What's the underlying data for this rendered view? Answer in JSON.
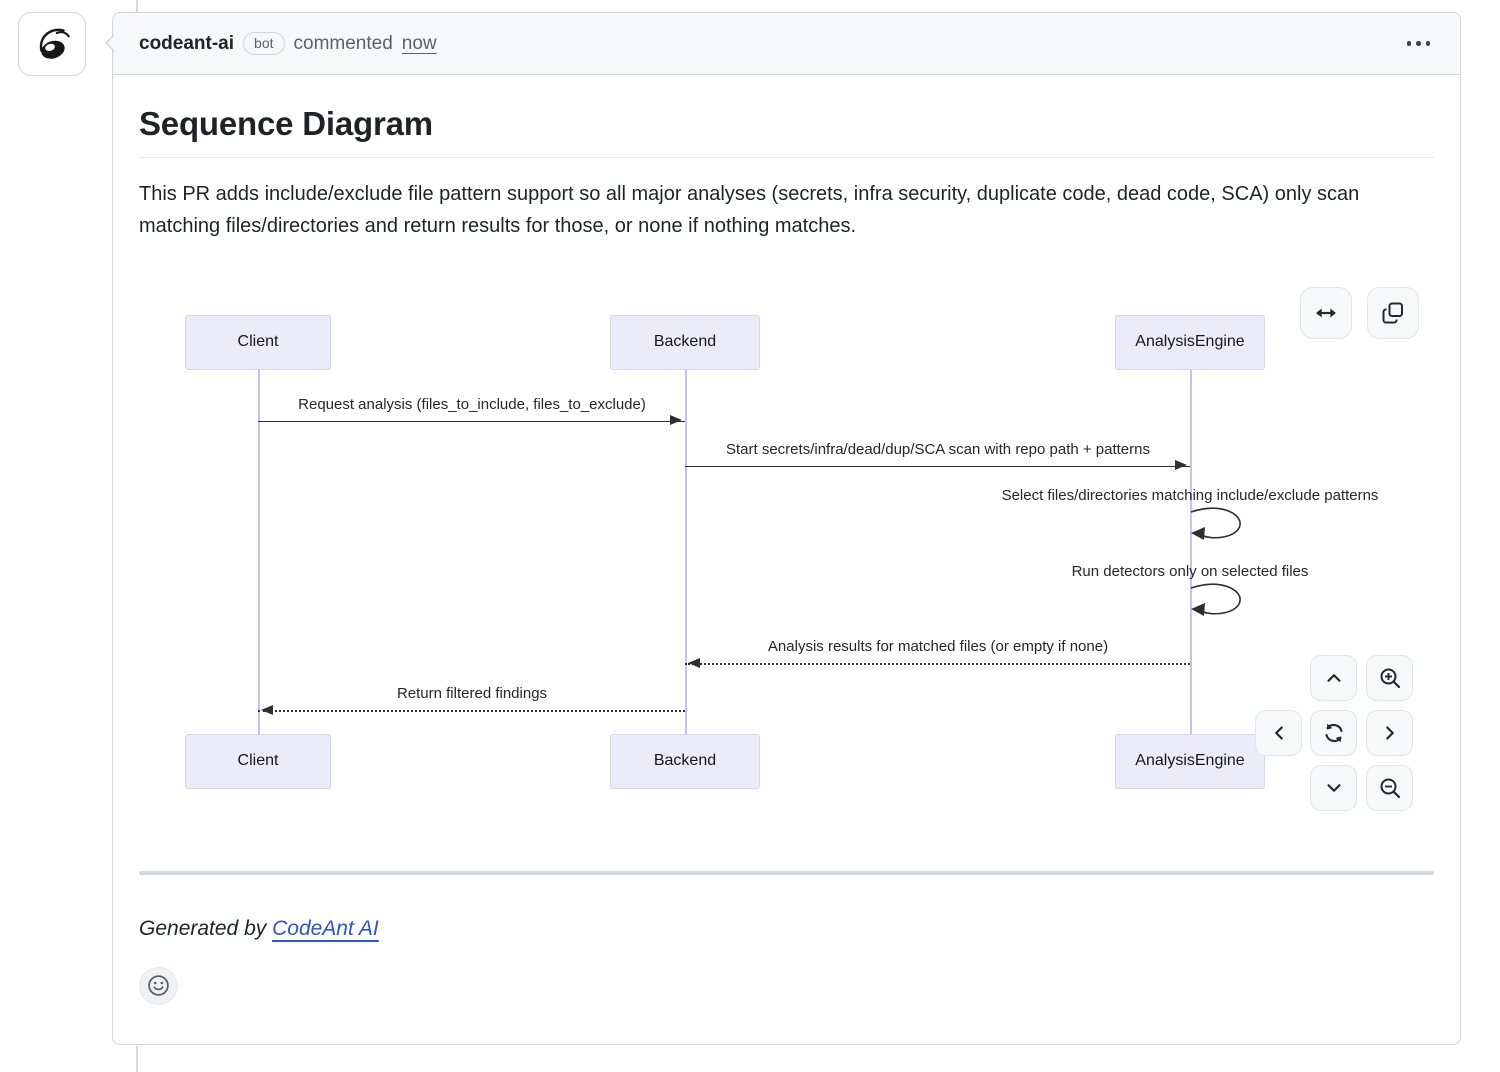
{
  "header": {
    "author": "codeant-ai",
    "badge": "bot",
    "action": "commented",
    "time": "now",
    "menu_icon": "kebab-menu"
  },
  "comment": {
    "title": "Sequence Diagram",
    "body": "This PR adds include/exclude file pattern support so all major analyses (secrets, infra security, duplicate code, dead code, SCA) only scan matching files/directories and return results for those, or none if nothing matches."
  },
  "diagram": {
    "type": "sequence",
    "actors": [
      "Client",
      "Backend",
      "AnalysisEngine"
    ],
    "messages": [
      {
        "from": "Client",
        "to": "Backend",
        "style": "solid",
        "text": "Request analysis (files_to_include, files_to_exclude)"
      },
      {
        "from": "Backend",
        "to": "AnalysisEngine",
        "style": "solid",
        "text": "Start secrets/infra/dead/dup/SCA scan with repo path + patterns"
      },
      {
        "from": "AnalysisEngine",
        "to": "AnalysisEngine",
        "style": "self-loop",
        "text": "Select files/directories matching include/exclude patterns"
      },
      {
        "from": "AnalysisEngine",
        "to": "AnalysisEngine",
        "style": "self-loop",
        "text": "Run detectors only on selected files"
      },
      {
        "from": "AnalysisEngine",
        "to": "Backend",
        "style": "dashed",
        "text": "Analysis results for matched files (or empty if none)"
      },
      {
        "from": "Backend",
        "to": "Client",
        "style": "dashed",
        "text": "Return filtered findings"
      }
    ],
    "controls": {
      "top_icons": [
        "expand-horizontal",
        "copy"
      ],
      "pan_zoom_icons": [
        "pan-up",
        "zoom-in",
        "pan-left",
        "reset",
        "pan-right",
        "pan-down",
        "zoom-out"
      ]
    },
    "colors": {
      "actor_fill": "#ebebfa",
      "actor_border": "#d5d5ee",
      "lifeline": "#c2c5e4",
      "arrow": "#2f2f33"
    }
  },
  "footer": {
    "generated_by": "Generated by ",
    "link": "CodeAnt AI",
    "reaction_icon": "smiley"
  }
}
